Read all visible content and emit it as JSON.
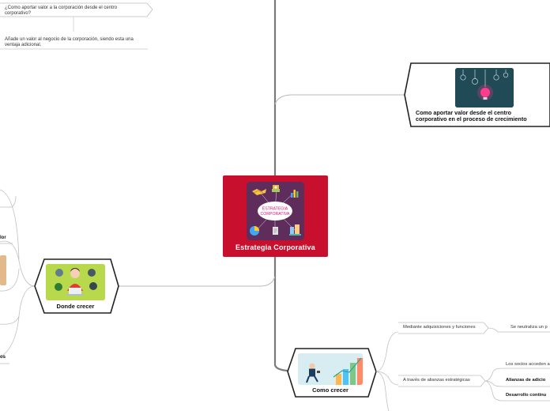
{
  "center": {
    "title": "Estrategia Corporativa",
    "image_lines": [
      "ESTRATEGIA",
      "CORPORATIVA"
    ]
  },
  "top_notes": {
    "question": [
      "¿Como aportar valor a la corporación desde el centro",
      "corporativo?"
    ],
    "answer": [
      "Añade un valor al negocio de la corporación, siendo esta una",
      "ventaja adicional."
    ]
  },
  "right_node": {
    "title_lines": [
      "Como aportar valor desde el centro",
      "corporativo en el proceso de crecimiento"
    ]
  },
  "left_node": {
    "title": "Donde crecer",
    "cut_labels": [
      "lor",
      "os"
    ]
  },
  "bottom_node": {
    "title": "Como crecer",
    "branches": [
      {
        "label": "Mediante adquisiciones y funciones",
        "children": [
          "Se neutraliza un p"
        ]
      },
      {
        "label": "A través de alianzas estratégicas",
        "children": [
          "Los socios acceden a",
          "Alianzas de adicio",
          "Desarrollo continu"
        ]
      }
    ]
  },
  "colors": {
    "center_bg": "#c8102e",
    "center_image_bg": "#5e2d5c",
    "trunk": "#7a7a7a",
    "connector": "#b8b8b8"
  }
}
